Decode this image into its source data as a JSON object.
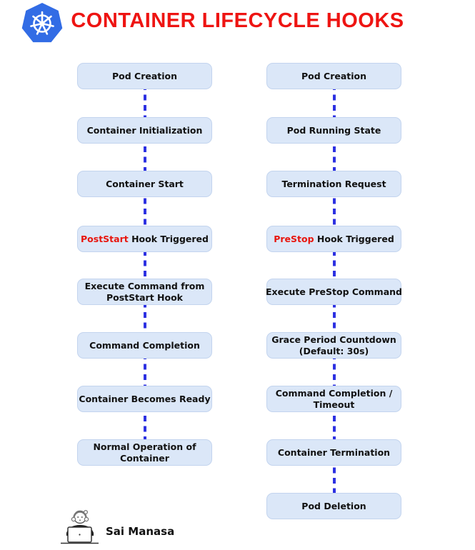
{
  "header": {
    "title": "CONTAINER LIFECYCLE HOOKS",
    "logo": "kubernetes-logo"
  },
  "colors": {
    "title": "#ee1412",
    "box_fill": "#dbe7f8",
    "box_border": "#c3d4ee",
    "connector": "#2d31e2",
    "highlight": "#e8150d",
    "text": "#111111",
    "kubernetes_blue": "#326CE5"
  },
  "flows": [
    {
      "name": "poststart-hook-flow",
      "steps": [
        {
          "text": "Pod Creation"
        },
        {
          "text": "Container Initialization"
        },
        {
          "text": "Container Start"
        },
        {
          "text": "PostStart Hook Triggered",
          "highlight": "PostStart"
        },
        {
          "text": "Execute Command from\nPostStart Hook"
        },
        {
          "text": "Command Completion"
        },
        {
          "text": "Container Becomes Ready"
        },
        {
          "text": "Normal Operation of\nContainer"
        }
      ]
    },
    {
      "name": "prestop-hook-flow",
      "steps": [
        {
          "text": "Pod Creation"
        },
        {
          "text": "Pod Running State"
        },
        {
          "text": "Termination Request"
        },
        {
          "text": "PreStop Hook Triggered",
          "highlight": "PreStop"
        },
        {
          "text": "Execute PreStop Command"
        },
        {
          "text": "Grace Period Countdown\n(Default: 30s)"
        },
        {
          "text": "Command Completion /\nTimeout"
        },
        {
          "text": "Container Termination"
        },
        {
          "text": "Pod Deletion"
        }
      ]
    }
  ],
  "footer": {
    "author": "Sai Manasa",
    "icon": "person-at-laptop-icon"
  }
}
